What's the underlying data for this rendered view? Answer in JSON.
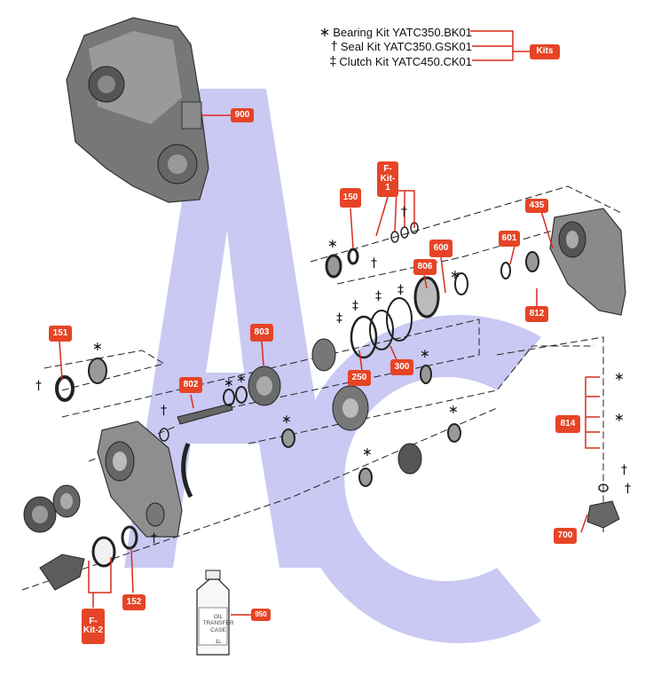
{
  "kits": [
    {
      "symbol": "∗",
      "label": "Bearing Kit YATC350.BK01"
    },
    {
      "symbol": "†",
      "label": "Seal Kit YATC350.GSK01"
    },
    {
      "symbol": "‡",
      "label": "Clutch Kit YATC450.CK01"
    }
  ],
  "kits_tag": "Kits",
  "callouts": {
    "c900": "900",
    "c150": "150",
    "cfkit1": "F-Kit-1",
    "c435": "435",
    "c600": "600",
    "c601": "601",
    "c806": "806",
    "c812": "812",
    "c151": "151",
    "c803": "803",
    "c802": "802",
    "c250": "250",
    "c300": "300",
    "c814": "814",
    "c700": "700",
    "c152": "152",
    "cfkit2": "F-Kit-2",
    "c950": "950"
  },
  "symbols": {
    "bearing": "∗",
    "seal": "†",
    "clutch": "‡"
  },
  "bottle": {
    "line1": "OIL",
    "line2": "TRANSFER",
    "line3": "CASE",
    "line4": "1L"
  },
  "colors": {
    "callout": "#e64426",
    "watermark": "#c9c9f3",
    "bracket": "#d92b1c"
  }
}
